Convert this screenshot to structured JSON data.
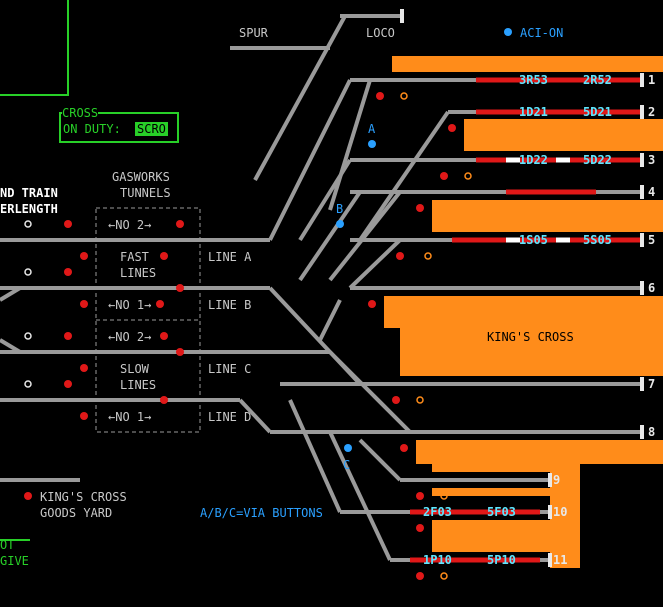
{
  "colors": {
    "background": "#000000",
    "track": "#9a9a9a",
    "route_set": "#e01818",
    "platform": "#ff8c1a",
    "signal_red": "#e01818",
    "blue_label": "#2aa0ff",
    "green": "#28d028"
  },
  "labels": {
    "spur": "SPUR",
    "loco": "LOCO",
    "aci_on": "ACI-ON",
    "cross_title": "CROSS",
    "on_duty": "ON DUTY:",
    "on_duty_value": "SCRO",
    "end_train_1": "ND TRAIN",
    "end_train_2": "ERLENGTH",
    "gasworks_1": "GASWORKS",
    "gasworks_2": "TUNNELS",
    "no2_a": "NO 2",
    "no1_a": "NO 1",
    "no2_b": "NO 2",
    "no1_b": "NO 1",
    "fast_1": "FAST",
    "fast_2": "LINES",
    "slow_1": "SLOW",
    "slow_2": "LINES",
    "line_a": "LINE A",
    "line_b": "LINE B",
    "line_c": "LINE C",
    "line_d": "LINE D",
    "via_a": "A",
    "via_b": "B",
    "via_c": "C",
    "kings_cross": "KING'S CROSS",
    "goods_1": "KING'S CROSS",
    "goods_2": "GOODS YARD",
    "via_buttons": "A/B/C=VIA BUTTONS",
    "ot": "OT",
    "give": "GIVE"
  },
  "descriptions": {
    "p1_arr": "3R53",
    "p1_dep": "2R52",
    "p2_arr": "1D21",
    "p2_dep": "5D21",
    "p3_arr": "1D22",
    "p3_dep": "5D22",
    "p5_arr": "1S05",
    "p5_dep": "5S05",
    "p10_arr": "2F03",
    "p10_dep": "5F03",
    "p11_arr": "1P10",
    "p11_dep": "5P10"
  },
  "platforms": [
    "1",
    "2",
    "3",
    "4",
    "5",
    "6",
    "7",
    "8",
    "9",
    "10",
    "11"
  ]
}
